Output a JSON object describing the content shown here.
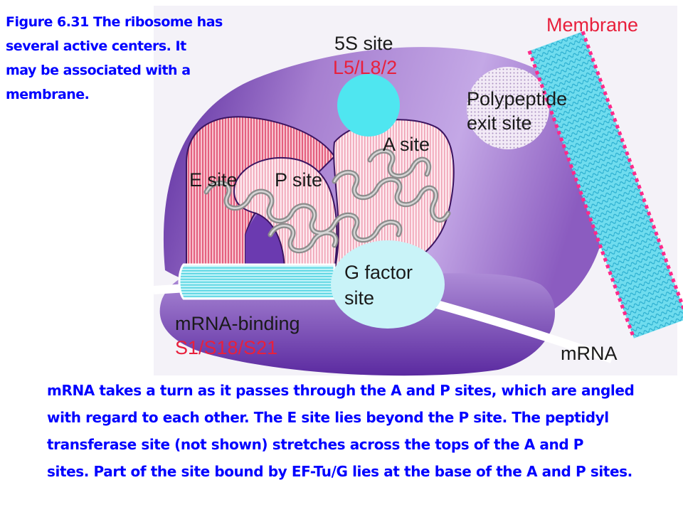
{
  "caption": {
    "lines": [
      "Figure 6.31 The ribosome has",
      "several active centers. It",
      "may be associated with a",
      "membrane."
    ]
  },
  "labels": {
    "membrane": "Membrane",
    "five_s_site": "5S site",
    "five_s_proteins": "L5/L8/2",
    "polypeptide_exit_line1": "Polypeptide",
    "polypeptide_exit_line2": "exit site",
    "a_site": "A site",
    "e_site": "E site",
    "p_site": "P site",
    "g_factor_line1": "G factor",
    "g_factor_line2": "site",
    "mrna_binding": "mRNA-binding",
    "mrna_binding_proteins": "S1/S18/S21",
    "mrna": "mRNA"
  },
  "description": {
    "lines": [
      "mRNA takes a turn as it passes through the A and P sites, which are angled",
      "with regard to each other. The E site lies beyond the P site. The peptidyl",
      "transferase site (not shown) stretches across the tops of the A and P",
      "sites. Part of the site bound by EF-Tu/G lies at the base of the A and P sites."
    ]
  },
  "colors": {
    "text_blue": "#0000ff",
    "label_red": "#e8203c",
    "ribosome_purple": "#a67fd0",
    "ribosome_dark": "#5a2a9e",
    "site_pink": "#f4a3b4",
    "cyan": "#4fe6f0",
    "membrane_cyan": "#5ed7ec",
    "membrane_pink": "#ff2a8a"
  }
}
